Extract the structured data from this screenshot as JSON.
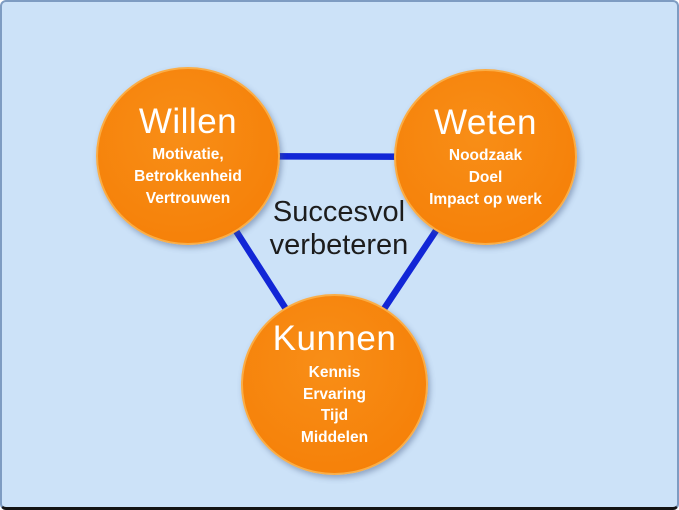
{
  "diagram": {
    "center_label": {
      "line1": "Succesvol",
      "line2": "verbeteren"
    },
    "nodes": {
      "willen": {
        "title": "Willen",
        "lines": [
          "Motivatie,",
          "Betrokkenheid",
          "Vertrouwen"
        ]
      },
      "weten": {
        "title": "Weten",
        "lines": [
          "Noodzaak",
          "Doel",
          "Impact op werk"
        ]
      },
      "kunnen": {
        "title": "Kunnen",
        "lines": [
          "Kennis",
          "Ervaring",
          "Tijd",
          "Middelen"
        ]
      }
    },
    "colors": {
      "background": "#CCE2F8",
      "frame_border": "#7E9CC2",
      "circle_fill": "#F6820A",
      "circle_border": "#FBAD45",
      "connector_blue": "#1226D6",
      "title_text": "#FFFFFF",
      "center_text": "#1C1C1C"
    }
  }
}
